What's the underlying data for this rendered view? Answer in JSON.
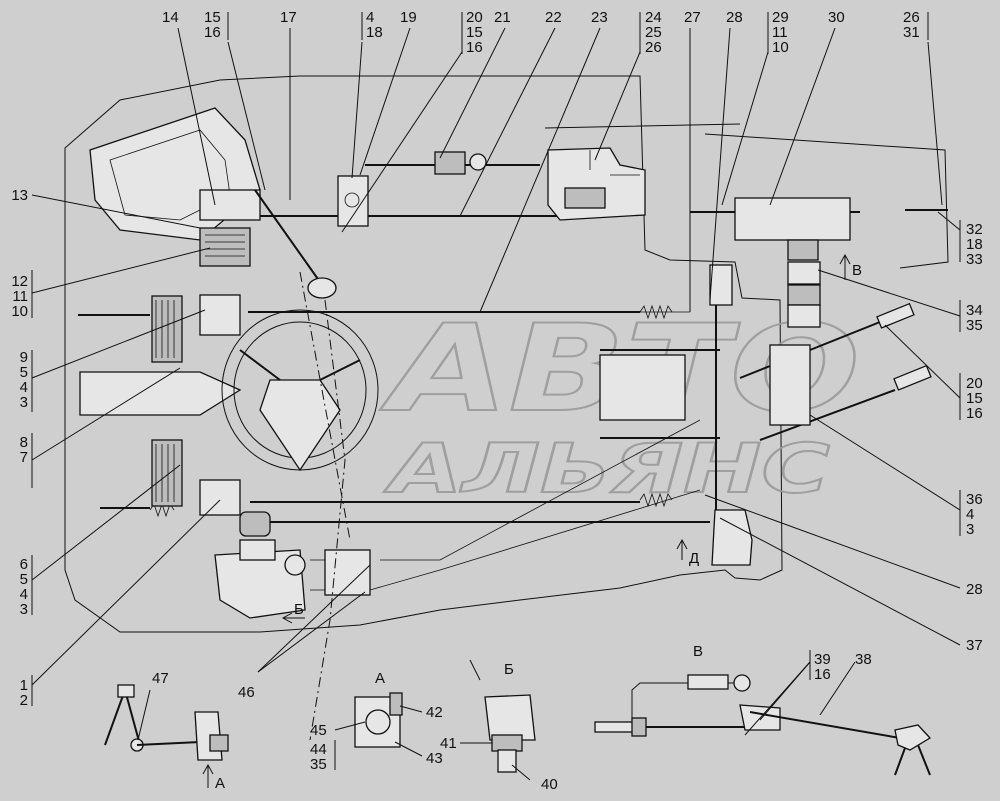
{
  "watermark": {
    "line1": "АВТО",
    "line2": "АЛЬЯНС"
  },
  "view_letters": {
    "A": "А",
    "B": "Б",
    "V": "В",
    "D": "Д"
  },
  "callouts": [
    {
      "id": "c14",
      "lines": [
        "14"
      ]
    },
    {
      "id": "c15",
      "lines": [
        "15",
        "16"
      ]
    },
    {
      "id": "c17",
      "lines": [
        "17"
      ]
    },
    {
      "id": "c4",
      "lines": [
        "4",
        "18"
      ]
    },
    {
      "id": "c19",
      "lines": [
        "19"
      ]
    },
    {
      "id": "c20",
      "lines": [
        "20",
        "15",
        "16"
      ]
    },
    {
      "id": "c21",
      "lines": [
        "21"
      ]
    },
    {
      "id": "c22",
      "lines": [
        "22"
      ]
    },
    {
      "id": "c23",
      "lines": [
        "23"
      ]
    },
    {
      "id": "c24",
      "lines": [
        "24",
        "25",
        "26"
      ]
    },
    {
      "id": "c27",
      "lines": [
        "27"
      ]
    },
    {
      "id": "c28t",
      "lines": [
        "28"
      ]
    },
    {
      "id": "c29",
      "lines": [
        "29",
        "11",
        "10"
      ]
    },
    {
      "id": "c30",
      "lines": [
        "30"
      ]
    },
    {
      "id": "c26",
      "lines": [
        "26",
        "31"
      ]
    },
    {
      "id": "c13",
      "lines": [
        "13"
      ]
    },
    {
      "id": "c12",
      "lines": [
        "12",
        "11",
        "10"
      ]
    },
    {
      "id": "c9",
      "lines": [
        "9",
        "5",
        "4",
        "3"
      ]
    },
    {
      "id": "c8",
      "lines": [
        "8",
        "7"
      ]
    },
    {
      "id": "c6",
      "lines": [
        "6",
        "5",
        "4",
        "3"
      ]
    },
    {
      "id": "c1",
      "lines": [
        "1",
        "2"
      ]
    },
    {
      "id": "c32",
      "lines": [
        "32",
        "18",
        "33"
      ]
    },
    {
      "id": "c34",
      "lines": [
        "34",
        "35"
      ]
    },
    {
      "id": "c20r",
      "lines": [
        "20",
        "15",
        "16"
      ]
    },
    {
      "id": "c36",
      "lines": [
        "36",
        "4",
        "3"
      ]
    },
    {
      "id": "c28r",
      "lines": [
        "28"
      ]
    },
    {
      "id": "c37",
      "lines": [
        "37"
      ]
    },
    {
      "id": "c46",
      "lines": [
        "46"
      ]
    },
    {
      "id": "c47",
      "lines": [
        "47"
      ]
    },
    {
      "id": "c45",
      "lines": [
        "45"
      ]
    },
    {
      "id": "c44",
      "lines": [
        "44",
        "35"
      ]
    },
    {
      "id": "c42",
      "lines": [
        "42"
      ]
    },
    {
      "id": "c43",
      "lines": [
        "43"
      ]
    },
    {
      "id": "c41",
      "lines": [
        "41"
      ]
    },
    {
      "id": "c40",
      "lines": [
        "40"
      ]
    },
    {
      "id": "c39",
      "lines": [
        "39",
        "16"
      ]
    },
    {
      "id": "c38",
      "lines": [
        "38"
      ]
    }
  ]
}
